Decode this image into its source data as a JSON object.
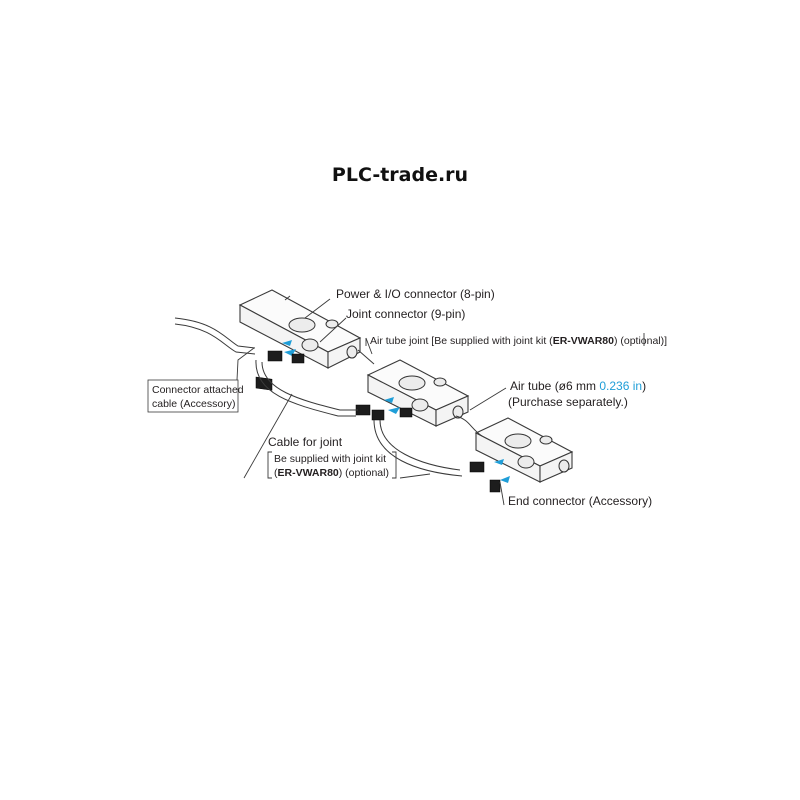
{
  "watermark": "PLC-trade.ru",
  "labels": {
    "power_io": "Power & I/O connector (8-pin)",
    "joint_connector": "Joint connector (9-pin)",
    "air_tube_joint_pre": "Air tube joint [Be supplied with joint kit (",
    "air_tube_joint_model": "ER-VWAR80",
    "air_tube_joint_post": ") (optional)]",
    "air_tube_pre": "Air tube (ø6 mm ",
    "air_tube_inch": "0.236 in",
    "air_tube_post": ")",
    "purchase": "(Purchase separately.)",
    "connector_cable_1": "Connector attached",
    "connector_cable_2": "cable (Accessory)",
    "cable_joint": "Cable for joint",
    "cable_joint_note_1": "Be supplied with joint kit",
    "cable_joint_note_pre": "(",
    "cable_joint_note_model": "ER-VWAR80",
    "cable_joint_note_post": ") (optional)",
    "end_connector": "End connector (Accessory)"
  },
  "colors": {
    "accent": "#1f9ed8",
    "line": "#3a3a3a"
  }
}
